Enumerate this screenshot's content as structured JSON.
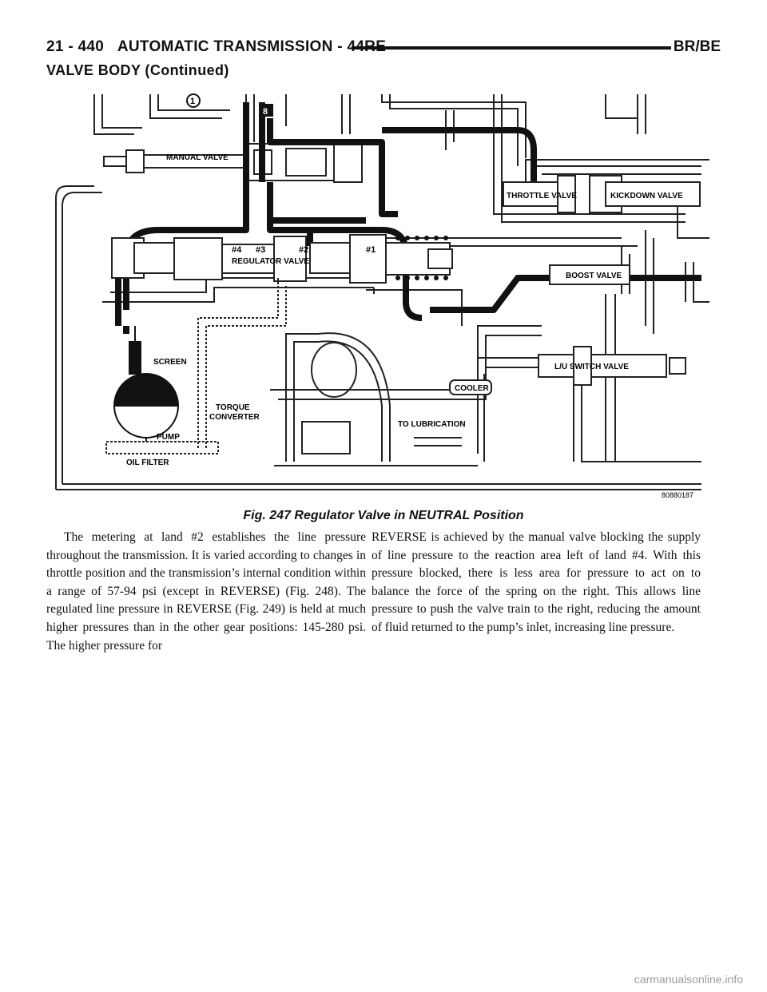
{
  "header": {
    "page_ref": "21 - 440",
    "title": "AUTOMATIC TRANSMISSION - 44RE",
    "model": "BR/BE"
  },
  "section_title": "VALVE BODY (Continued)",
  "figure": {
    "labels": {
      "circle_1": "1",
      "circle_8": "8",
      "manual_valve": "MANUAL VALVE",
      "throttle_valve": "THROTTLE VALVE",
      "kickdown_valve": "KICKDOWN VALVE",
      "land4": "#4",
      "land3": "#3",
      "land2": "#2",
      "land1": "#1",
      "regulator_valve": "REGULATOR VALVE",
      "boost_valve": "BOOST VALVE",
      "screen": "SCREEN",
      "torque_converter_1": "TORQUE",
      "torque_converter_2": "CONVERTER",
      "cooler": "COOLER",
      "lu_switch_valve": "L/U SWITCH VALVE",
      "pump": "PUMP",
      "to_lubrication": "TO LUBRICATION",
      "oil_filter": "OIL FILTER",
      "figure_id": "80880187"
    },
    "caption": "Fig. 247 Regulator Valve in NEUTRAL Position"
  },
  "body": {
    "left": "The metering at land #2 establishes the line pressure throughout the transmission. It is varied according to changes in throttle position and the transmission’s internal condition within a range of 57-94 psi (except in REVERSE) (Fig. 248). The regulated line pressure in REVERSE (Fig. 249) is held at much higher pressures than in the other gear positions: 145-280 psi. The higher pressure for",
    "right": "REVERSE is achieved by the manual valve blocking the supply of line pressure to the reaction area left of land #4. With this pressure blocked, there is less area for pressure to act on to balance the force of the spring on the right. This allows line pressure to push the valve train to the right, reducing the amount of fluid returned to the pump’s inlet, increasing line pressure."
  },
  "watermark": "carmanualsonline.info"
}
